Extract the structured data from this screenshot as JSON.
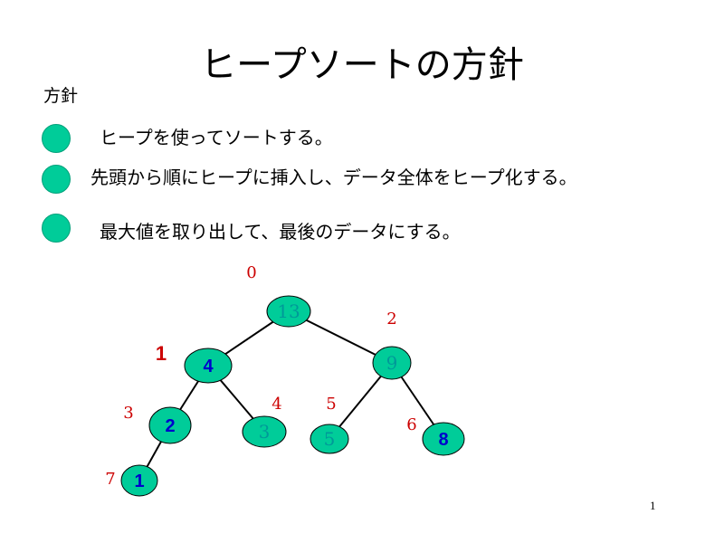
{
  "slide": {
    "title": "ヒープソートの方針",
    "section_label": "方針",
    "bullets": [
      "ヒープを使ってソートする。",
      "先頭から順にヒープに挿入し、データ全体をヒープ化する。",
      "最大値を取り出して、最後のデータにする。"
    ],
    "page_number": "1"
  },
  "colors": {
    "node_fill": "#00cc99",
    "index_label": "#cc0000",
    "moved_value": "#0000cc",
    "original_value": "#009999",
    "edge": "#000000"
  },
  "tree": {
    "nodes": [
      {
        "index": 0,
        "index_label": "0",
        "value": "13",
        "style": "original"
      },
      {
        "index": 1,
        "index_label": "1",
        "value": "4",
        "style": "moved"
      },
      {
        "index": 2,
        "index_label": "2",
        "value": "9",
        "style": "original"
      },
      {
        "index": 3,
        "index_label": "3",
        "value": "2",
        "style": "moved"
      },
      {
        "index": 4,
        "index_label": "4",
        "value": "3",
        "style": "original"
      },
      {
        "index": 5,
        "index_label": "5",
        "value": "5",
        "style": "original"
      },
      {
        "index": 6,
        "index_label": "6",
        "value": "8",
        "style": "moved"
      },
      {
        "index": 7,
        "index_label": "7",
        "value": "1",
        "style": "moved"
      }
    ],
    "edges": [
      [
        0,
        1
      ],
      [
        0,
        2
      ],
      [
        1,
        3
      ],
      [
        1,
        4
      ],
      [
        2,
        5
      ],
      [
        2,
        6
      ],
      [
        3,
        7
      ]
    ]
  }
}
